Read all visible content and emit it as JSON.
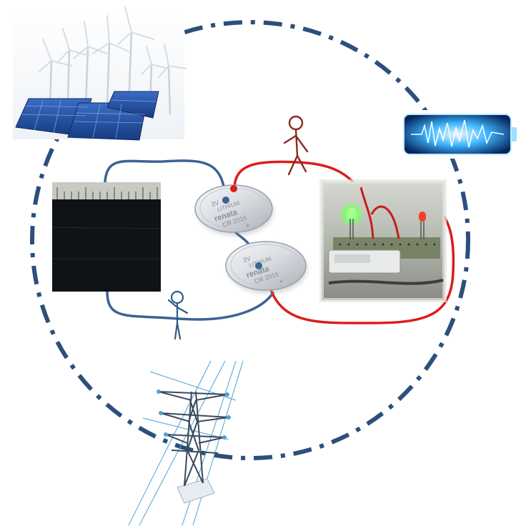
{
  "cells": [
    {
      "id": "cell_top",
      "lines": [
        "3V",
        "LITHIUM",
        "renata",
        "CR 2016",
        "+"
      ]
    },
    {
      "id": "cell_bottom",
      "lines": [
        "3V",
        "LITHIUM",
        "renata",
        "CR 2016",
        "+"
      ]
    }
  ],
  "colors": {
    "cycle_ring": "#2c4f7c",
    "blue_wire": "#3b6392",
    "red_wire": "#dc1d1d",
    "figure_blue": "#2e5a8c",
    "figure_red": "#8b2a1e",
    "solar_panel": "#0f1216",
    "pv_farm": "#1f4fa8",
    "battery_glow": "#3fb7ff",
    "led_green": "#7cff6a",
    "led_red": "#ff3b2b"
  },
  "icons": [
    "wind-turbines-icon",
    "solar-farm-icon",
    "battery-charging-icon",
    "transmission-tower-icon",
    "solar-cell-sample",
    "led-circuit-photo",
    "stick-figure-blue",
    "stick-figure-red"
  ]
}
